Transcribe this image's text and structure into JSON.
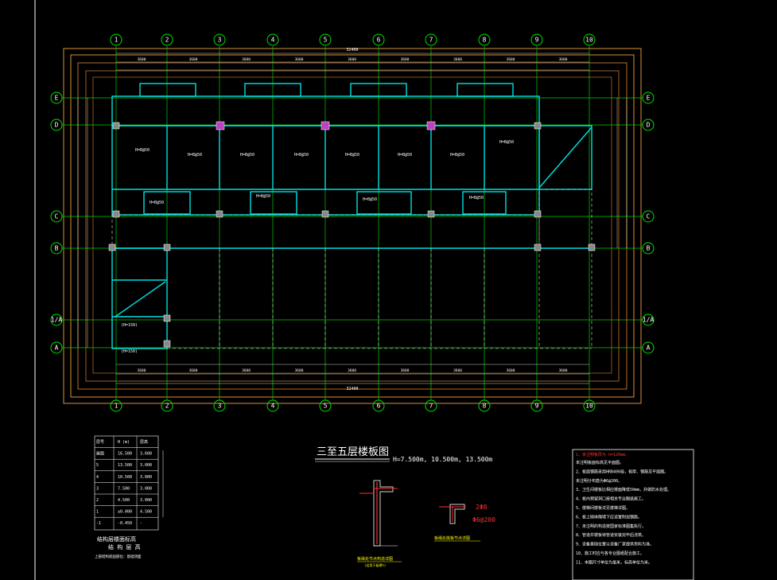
{
  "plan": {
    "column_axes": [
      "1",
      "2",
      "3",
      "4",
      "5",
      "6",
      "7",
      "8",
      "9",
      "10"
    ],
    "row_axes": [
      "E",
      "D",
      "C",
      "B",
      "1/A",
      "A"
    ],
    "overall_dimension": "32400",
    "bay_dimension": "3600",
    "title": "三至五层楼板图",
    "elevation_note": "H=7.500m, 10.500m, 13.500m"
  },
  "level_table": {
    "header": [
      "层号",
      "H (m)",
      "层高"
    ],
    "rows": [
      [
        "屋面",
        "16.500",
        "3.600"
      ],
      [
        "5",
        "13.500",
        "3.000"
      ],
      [
        "4",
        "10.500",
        "3.000"
      ],
      [
        "3",
        "7.500",
        "3.000"
      ],
      [
        "2",
        "4.500",
        "3.000"
      ],
      [
        "1",
        "±0.000",
        "4.500"
      ],
      [
        "-1",
        "-0.450",
        "-"
      ]
    ],
    "title_1": "结构层楼面标高",
    "title_2": "结 构 层 高",
    "note": "上部结构嵌固部位：基础顶面"
  },
  "details": {
    "detail_1_label": "板缘处节点构造详图",
    "detail_1_sub": "(适用于板厚h)",
    "detail_2_label": "板缘处挑板节点详图",
    "detail_2_rebar_1": "2Φ8",
    "detail_2_rebar_2": "Φ6@200"
  },
  "notes": {
    "title": "1、未注明板厚为 h=120mm。",
    "items": [
      "未注明板面标高见平面图。",
      "2、板面钢筋采用HRB400级，板厚、钢筋见平面图。",
      "未注明分布筋为Φ6@200。",
      "3、卫生间楼板比相应楼面降低50mm，并做防水处理。",
      "4、板内预留洞口按相关专业图纸施工。",
      "5、楼梯间楼板详见楼梯详图。",
      "6、板上砌体隔墙下应设置附加钢筋。",
      "7、未注明的构造按国家标准图集执行。",
      "8、管道井楼板待管道安装完毕后浇筑。",
      "9、设备基础位置以设备厂家提供资料为准。",
      "10、施工时应与各专业图纸配合施工。",
      "11、本图尺寸单位为毫米，标高单位为米。"
    ]
  }
}
